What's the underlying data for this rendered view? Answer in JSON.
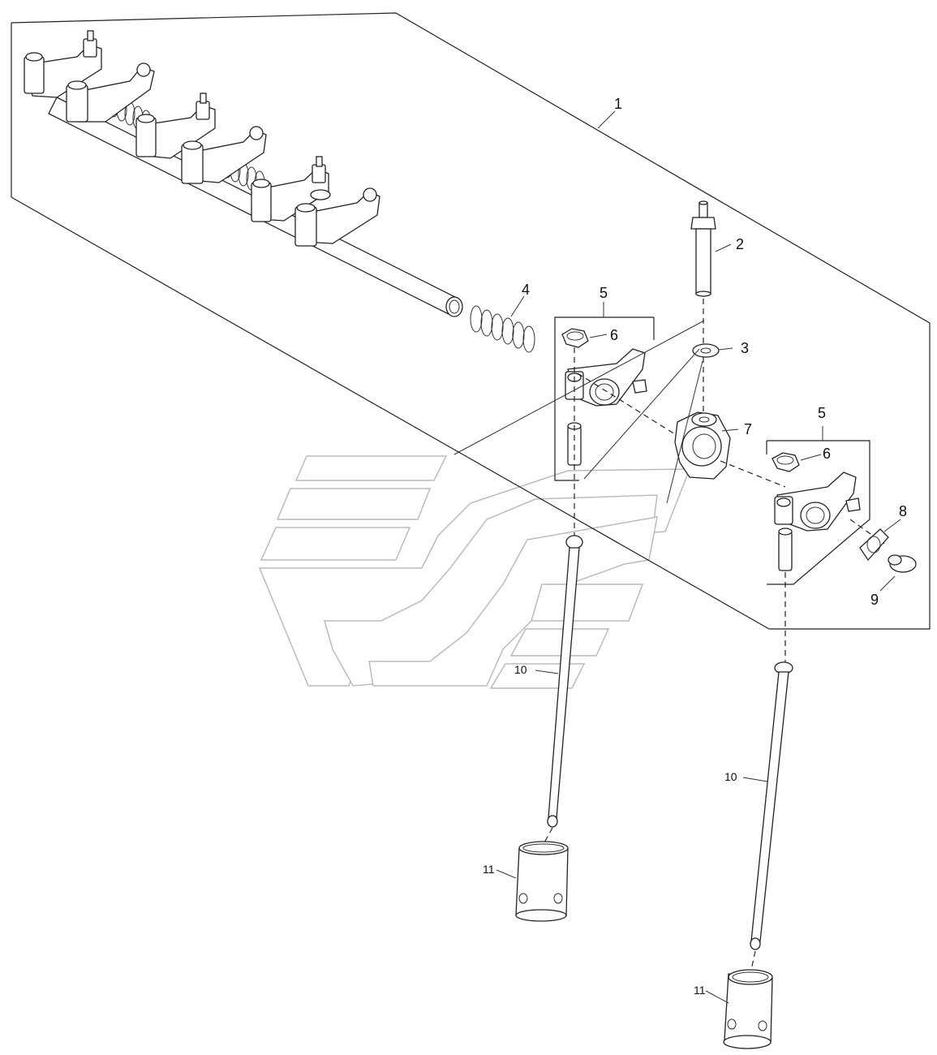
{
  "diagram": {
    "callouts": {
      "c1": "1",
      "c2": "2",
      "c3": "3",
      "c4": "4",
      "c5a": "5",
      "c5b": "5",
      "c6a": "6",
      "c6b": "6",
      "c7": "7",
      "c8": "8",
      "c9": "9",
      "c10a": "10",
      "c10b": "10",
      "c11a": "11",
      "c11b": "11"
    }
  }
}
